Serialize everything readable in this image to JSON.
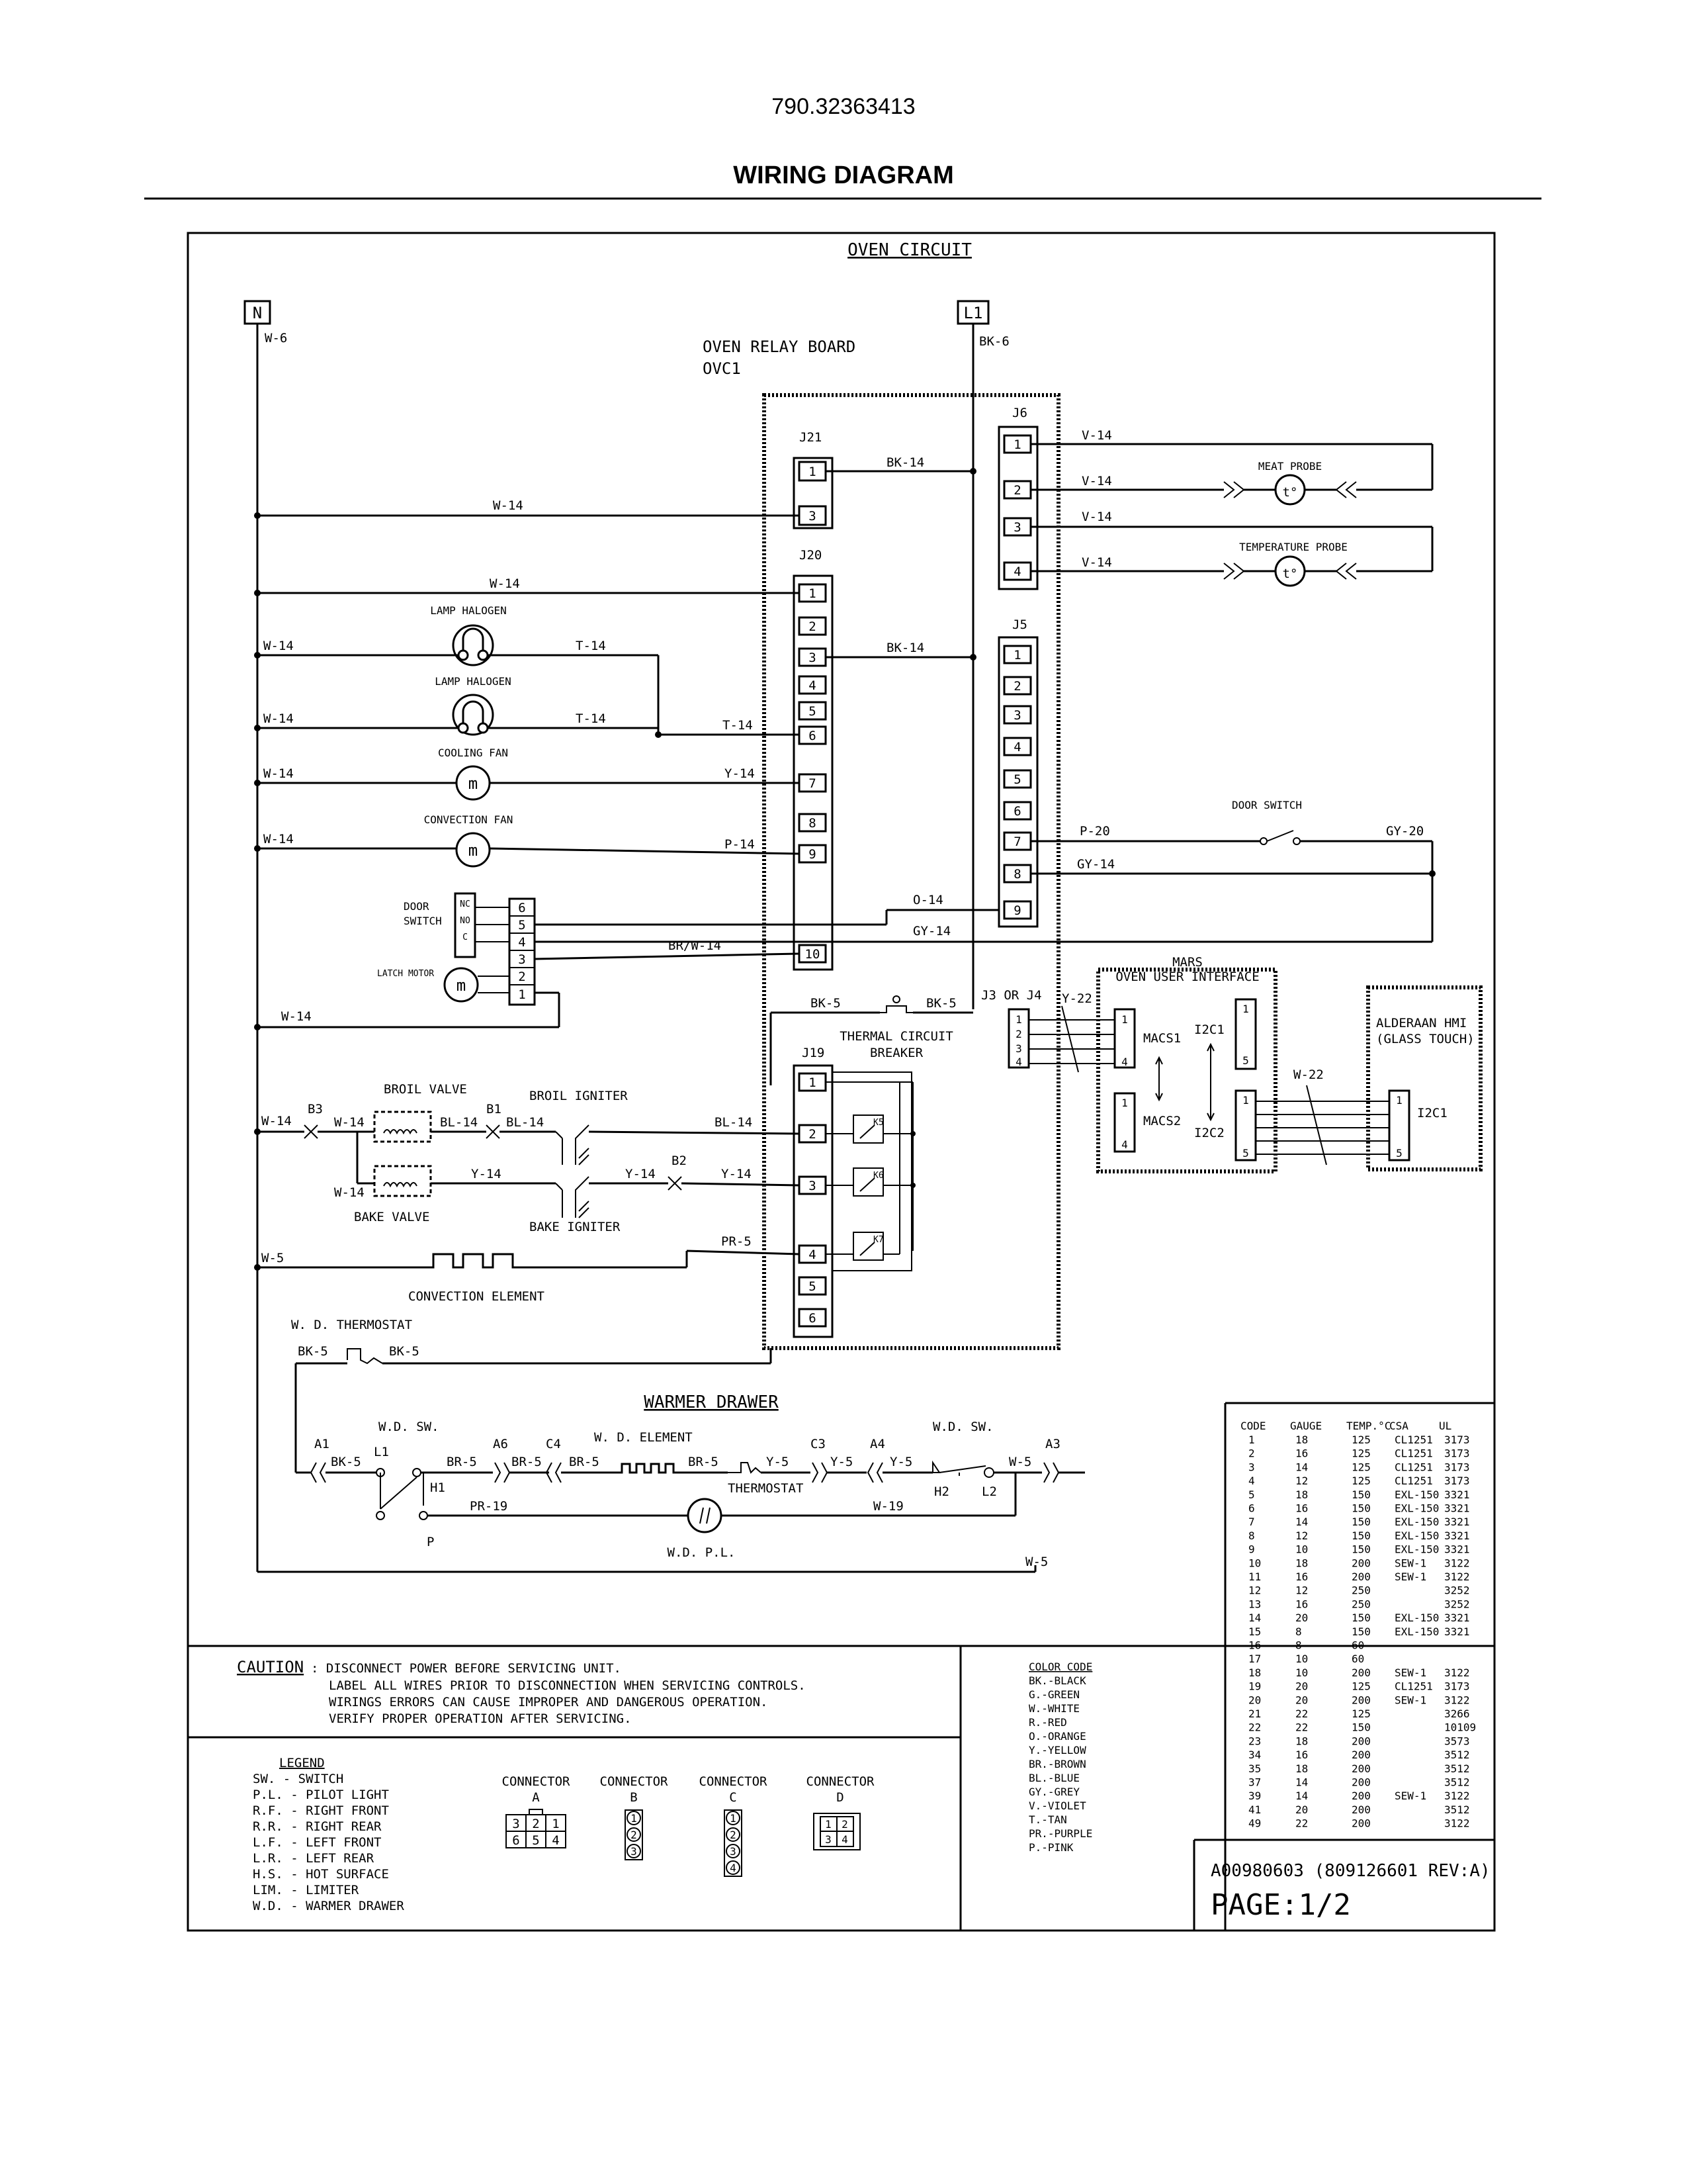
{
  "header": {
    "model": "790.32363413",
    "title": "WIRING DIAGRAM"
  },
  "section_title": "OVEN CIRCUIT",
  "terminals": {
    "n": "N",
    "l1": "L1",
    "n_wire": "W-6",
    "l1_wire": "BK-6"
  },
  "board": {
    "title": "OVEN RELAY BOARD",
    "id": "OVC1",
    "j21": "J21",
    "j20": "J20",
    "j6": "J6",
    "j5": "J5",
    "j19": "J19",
    "j3j4": "J3 OR J4",
    "k5": "K5",
    "k6": "K6",
    "k7": "K7"
  },
  "wires": {
    "w14": "W-14",
    "w5": "W-5",
    "w6": "W-6",
    "w22": "W-22",
    "bk14": "BK-14",
    "bk5": "BK-5",
    "t14": "T-14",
    "y14": "Y-14",
    "p14": "P-14",
    "bl14": "BL-14",
    "pr5": "PR-5",
    "v14": "V-14",
    "p20": "P-20",
    "gy20": "GY-20",
    "gy14": "GY-14",
    "o14": "O-14",
    "brw14": "BR/W-14",
    "y22": "Y-22",
    "br5": "BR-5",
    "y5": "Y-5",
    "pr19": "PR-19",
    "w19": "W-19"
  },
  "components": {
    "lamp_halogen": "LAMP HALOGEN",
    "cooling_fan": "COOLING FAN",
    "convection_fan": "CONVECTION FAN",
    "door": "DOOR",
    "switch": "SWITCH",
    "nc": "NC",
    "no": "NO",
    "c": "C",
    "latch_motor": "LATCH MOTOR",
    "thermal_cb_1": "THERMAL CIRCUIT",
    "thermal_cb_2": "BREAKER",
    "broil_valve": "BROIL VALVE",
    "broil_igniter": "BROIL IGNITER",
    "bake_valve": "BAKE VALVE",
    "bake_igniter": "BAKE IGNITER",
    "convection_element": "CONVECTION ELEMENT",
    "b1": "B1",
    "b2": "B2",
    "b3": "B3",
    "meat_probe": "MEAT PROBE",
    "temperature_probe": "TEMPERATURE PROBE",
    "door_switch": "DOOR SWITCH",
    "mars": "MARS",
    "oven_ui": "OVEN USER INTERFACE",
    "macs1": "MACS1",
    "macs2": "MACS2",
    "i2c1": "I2C1",
    "i2c2": "I2C2",
    "hmi1": "ALDERAAN HMI",
    "hmi2": "(GLASS TOUCH)",
    "probe_symbol": "t°"
  },
  "warmer": {
    "wd_thermostat": "W. D. THERMOSTAT",
    "title": "WARMER DRAWER",
    "wd_sw": "W.D. SW.",
    "wd_element": "W. D. ELEMENT",
    "thermostat": "THERMOSTAT",
    "wd_pl": "W.D.  P.L.",
    "a1": "A1",
    "a3": "A3",
    "a4": "A4",
    "a6": "A6",
    "c3": "C3",
    "c4": "C4",
    "l1": "L1",
    "l2": "L2",
    "h1": "H1",
    "h2": "H2",
    "p": "P"
  },
  "caution": {
    "label": "CAUTION",
    "lines": [
      ": DISCONNECT POWER BEFORE SERVICING UNIT.",
      "LABEL ALL WIRES PRIOR TO DISCONNECTION WHEN SERVICING CONTROLS.",
      "WIRINGS ERRORS CAN CAUSE IMPROPER AND DANGEROUS OPERATION.",
      "VERIFY PROPER OPERATION AFTER SERVICING."
    ]
  },
  "legend": {
    "title": "LEGEND",
    "items": [
      "SW.  - SWITCH",
      "P.L. - PILOT LIGHT",
      "R.F. - RIGHT FRONT",
      "R.R. - RIGHT REAR",
      "L.F. - LEFT FRONT",
      "L.R. - LEFT REAR",
      "H.S. - HOT SURFACE",
      "LIM. - LIMITER",
      "W.D. - WARMER DRAWER"
    ]
  },
  "connectors": {
    "label": "CONNECTOR",
    "a": {
      "name": "A",
      "top": [
        "3",
        "2",
        "1"
      ],
      "bottom": [
        "6",
        "5",
        "4"
      ]
    },
    "b": {
      "name": "B",
      "pins": [
        "1",
        "2",
        "3"
      ]
    },
    "c": {
      "name": "C",
      "pins": [
        "1",
        "2",
        "3",
        "4"
      ]
    },
    "d": {
      "name": "D",
      "top": [
        "1",
        "2"
      ],
      "bottom": [
        "3",
        "4"
      ]
    }
  },
  "color_code": {
    "title": "COLOR CODE",
    "items": [
      "BK.-BLACK",
      "G.-GREEN",
      "W.-WHITE",
      "R.-RED",
      "O.-ORANGE",
      "Y.-YELLOW",
      "BR.-BROWN",
      "BL.-BLUE",
      "GY.-GREY",
      "V.-VIOLET",
      "T.-TAN",
      "PR.-PURPLE",
      "P.-PINK"
    ]
  },
  "gauge_table": {
    "headers": [
      "CODE",
      "GAUGE",
      "TEMP.°C",
      "CSA",
      "UL"
    ],
    "rows": [
      [
        "1",
        "18",
        "125",
        "CL1251",
        "3173"
      ],
      [
        "2",
        "16",
        "125",
        "CL1251",
        "3173"
      ],
      [
        "3",
        "14",
        "125",
        "CL1251",
        "3173"
      ],
      [
        "4",
        "12",
        "125",
        "CL1251",
        "3173"
      ],
      [
        "5",
        "18",
        "150",
        "EXL-150",
        "3321"
      ],
      [
        "6",
        "16",
        "150",
        "EXL-150",
        "3321"
      ],
      [
        "7",
        "14",
        "150",
        "EXL-150",
        "3321"
      ],
      [
        "8",
        "12",
        "150",
        "EXL-150",
        "3321"
      ],
      [
        "9",
        "10",
        "150",
        "EXL-150",
        "3321"
      ],
      [
        "10",
        "18",
        "200",
        "SEW-1",
        "3122"
      ],
      [
        "11",
        "16",
        "200",
        "SEW-1",
        "3122"
      ],
      [
        "12",
        "12",
        "250",
        "",
        "3252"
      ],
      [
        "13",
        "16",
        "250",
        "",
        "3252"
      ],
      [
        "14",
        "20",
        "150",
        "EXL-150",
        "3321"
      ],
      [
        "15",
        "8",
        "150",
        "EXL-150",
        "3321"
      ],
      [
        "16",
        "8",
        "60",
        "",
        ""
      ],
      [
        "17",
        "10",
        "60",
        "",
        ""
      ],
      [
        "18",
        "10",
        "200",
        "SEW-1",
        "3122"
      ],
      [
        "19",
        "20",
        "125",
        "CL1251",
        "3173"
      ],
      [
        "20",
        "20",
        "200",
        "SEW-1",
        "3122"
      ],
      [
        "21",
        "22",
        "125",
        "",
        "3266"
      ],
      [
        "22",
        "22",
        "150",
        "",
        "10109"
      ],
      [
        "23",
        "18",
        "200",
        "",
        "3573"
      ],
      [
        "34",
        "16",
        "200",
        "",
        "3512"
      ],
      [
        "35",
        "18",
        "200",
        "",
        "3512"
      ],
      [
        "37",
        "14",
        "200",
        "",
        "3512"
      ],
      [
        "39",
        "14",
        "200",
        "SEW-1",
        "3122"
      ],
      [
        "41",
        "20",
        "200",
        "",
        "3512"
      ],
      [
        "49",
        "22",
        "200",
        "",
        "3122"
      ]
    ]
  },
  "doc_number": "A00980603 (809126601 REV:A)",
  "page": "PAGE:1/2"
}
